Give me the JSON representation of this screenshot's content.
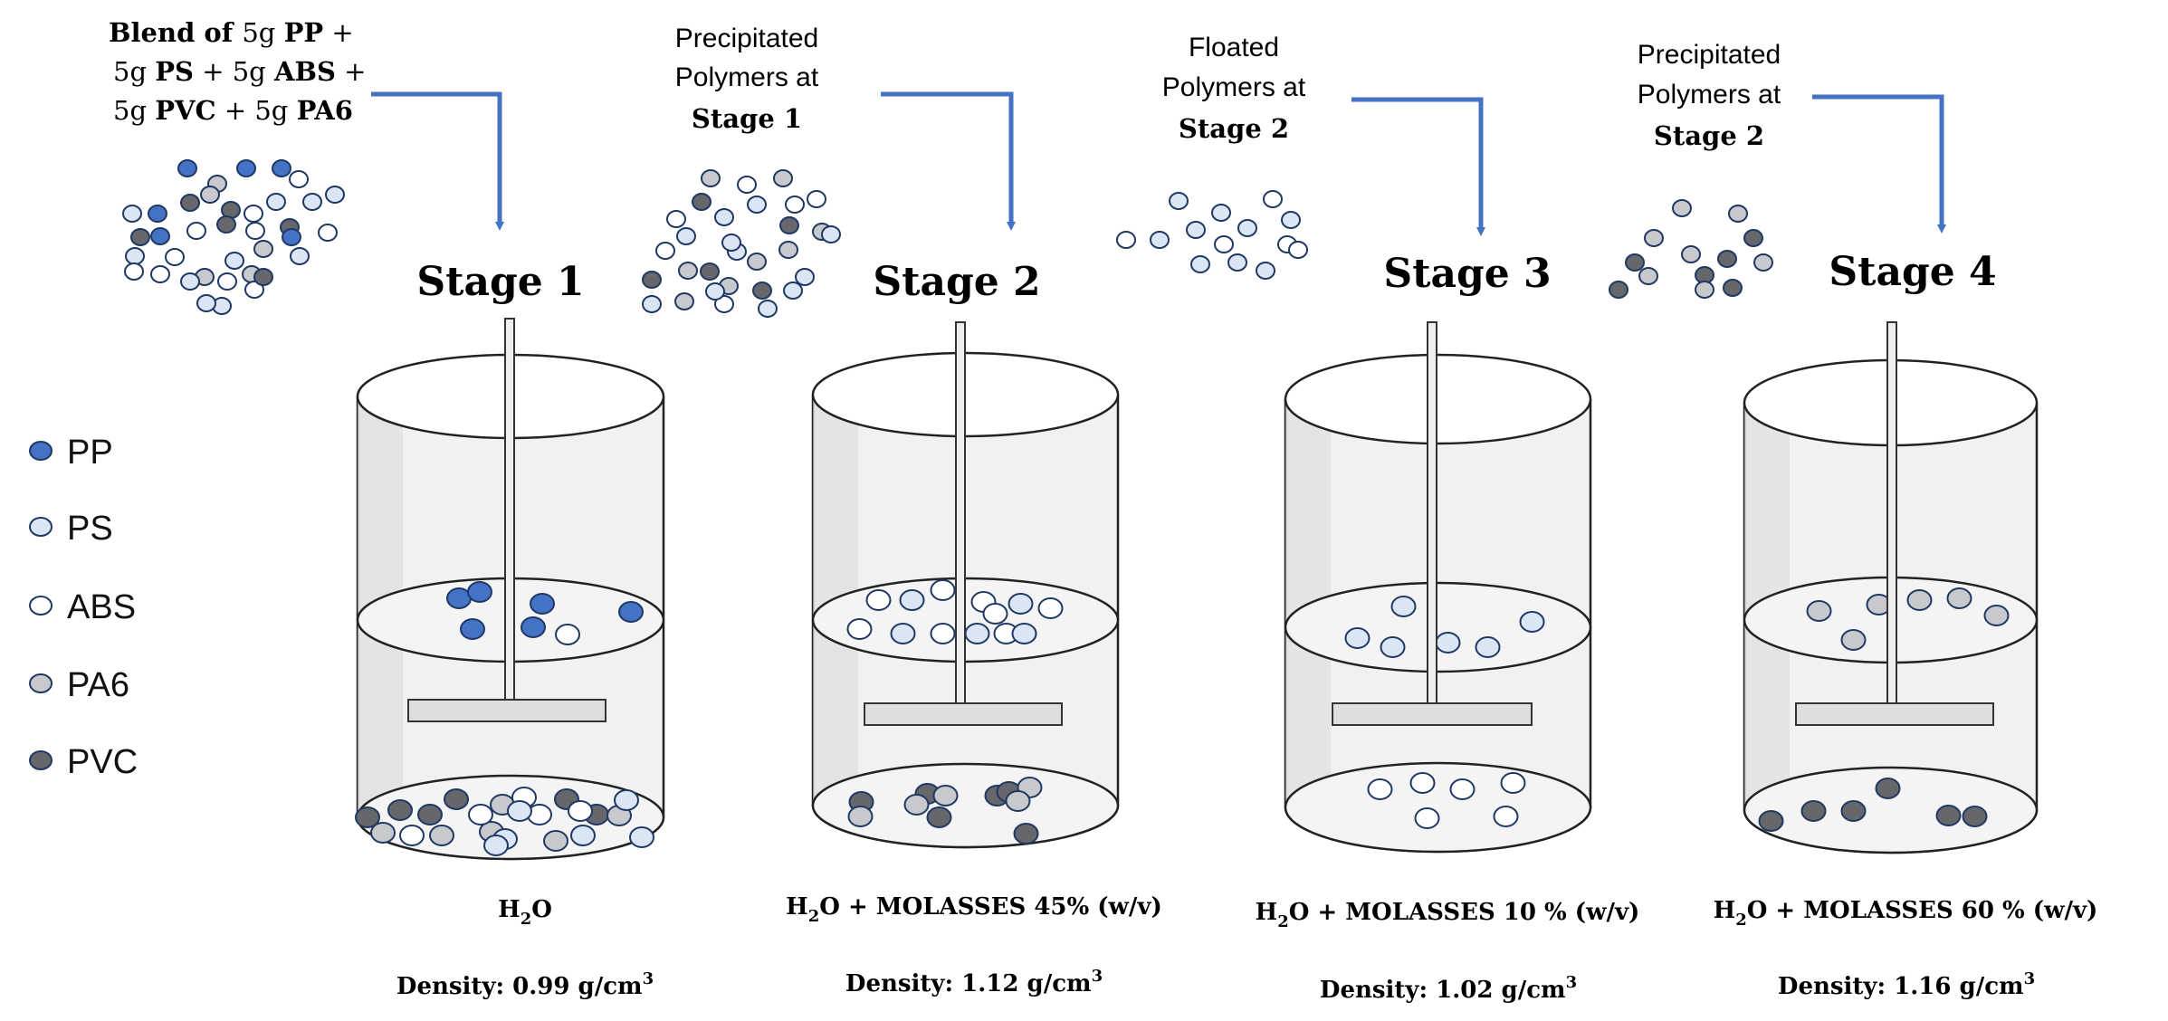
{
  "colors": {
    "PP": "#4472c4",
    "PS": "#dbe6f4",
    "ABS": "#ffffff",
    "PA6": "#c8c9cc",
    "PVC": "#65676b",
    "arrow": "#4472c4",
    "vessel_fill": "#f1f1f1",
    "vessel_stroke": "#222222",
    "bead_stroke": "#1f3864"
  },
  "legend": [
    {
      "key": "PP",
      "label": "PP"
    },
    {
      "key": "PS",
      "label": "PS"
    },
    {
      "key": "ABS",
      "label": "ABS"
    },
    {
      "key": "PA6",
      "label": "PA6"
    },
    {
      "key": "PVC",
      "label": "PVC"
    }
  ],
  "inputs": {
    "blend": {
      "lines": [
        [
          {
            "t": "Blend of ",
            "b": true
          },
          {
            "t": "5g ",
            "b": false
          },
          {
            "t": "PP",
            "b": true
          },
          {
            "t": " +",
            "b": false
          }
        ],
        [
          {
            "t": "5g ",
            "b": false
          },
          {
            "t": "PS",
            "b": true
          },
          {
            "t": " + 5g ",
            "b": false
          },
          {
            "t": "ABS",
            "b": true
          },
          {
            "t": " +",
            "b": false
          }
        ],
        [
          {
            "t": "5g ",
            "b": false
          },
          {
            "t": "PVC",
            "b": true
          },
          {
            "t": " + 5g ",
            "b": false
          },
          {
            "t": "PA6",
            "b": true
          }
        ]
      ]
    },
    "in2": {
      "line1": "Precipitated",
      "line2": "Polymers at",
      "line3": "Stage 1"
    },
    "in3": {
      "line1": "Floated",
      "line2": "Polymers at",
      "line3": "Stage 2"
    },
    "in4": {
      "line1": "Precipitated",
      "line2": "Polymers at",
      "line3": "Stage 2"
    }
  },
  "stages": [
    {
      "title": "Stage 1",
      "medium_main": "H",
      "medium_sub": "2",
      "medium_rest": "O",
      "density_label": "Density: 0.99 g/cm",
      "density_sup": "3",
      "upper_beads": [
        "PP",
        "PP",
        "PP",
        "PP",
        "PP",
        "PP",
        "ABS"
      ],
      "bottom_beads": [
        "PVC",
        "PVC",
        "PVC",
        "PVC",
        "PVC",
        "PVC",
        "PA6",
        "PA6",
        "PA6",
        "PA6",
        "PA6",
        "PA6",
        "ABS",
        "ABS",
        "ABS",
        "ABS",
        "ABS",
        "PS",
        "PS",
        "PS",
        "PS",
        "PS",
        "PS"
      ]
    },
    {
      "title": "Stage 2",
      "medium_main": "H",
      "medium_sub": "2",
      "medium_rest": "O + MOLASSES 45% (w/v)",
      "density_label": "Density: 1.12 g/cm",
      "density_sup": "3",
      "upper_beads": [
        "ABS",
        "PS",
        "ABS",
        "ABS",
        "PS",
        "ABS",
        "PS",
        "ABS",
        "PS",
        "ABS",
        "PS",
        "ABS",
        "ABS"
      ],
      "bottom_beads": [
        "PVC",
        "PVC",
        "PVC",
        "PVC",
        "PVC",
        "PVC",
        "PA6",
        "PA6",
        "PA6",
        "PA6",
        "PA6"
      ]
    },
    {
      "title": "Stage 3",
      "medium_main": "H",
      "medium_sub": "2",
      "medium_rest": "O + MOLASSES 10 % (w/v)",
      "density_label": "Density: 1.02 g/cm",
      "density_sup": "3",
      "upper_beads": [
        "PS",
        "PS",
        "PS",
        "PS",
        "PS",
        "PS"
      ],
      "bottom_beads": [
        "ABS",
        "ABS",
        "ABS",
        "ABS",
        "ABS",
        "ABS"
      ]
    },
    {
      "title": "Stage 4",
      "medium_main": "H",
      "medium_sub": "2",
      "medium_rest": "O + MOLASSES  60 % (w/v)",
      "density_label": "Density: 1.16 g/cm",
      "density_sup": "3",
      "upper_beads": [
        "PA6",
        "PA6",
        "PA6",
        "PA6",
        "PA6",
        "PA6"
      ],
      "bottom_beads": [
        "PVC",
        "PVC",
        "PVC",
        "PVC",
        "PVC",
        "PVC"
      ]
    }
  ],
  "piles": {
    "blend": [
      "PP",
      "PA6",
      "PP",
      "PP",
      "ABS",
      "PS",
      "PP",
      "PVC",
      "PA6",
      "PVC",
      "ABS",
      "PS",
      "PVC",
      "PS",
      "PS",
      "PP",
      "ABS",
      "PVC",
      "ABS",
      "PA6",
      "PP",
      "PS",
      "ABS",
      "PS",
      "PA6",
      "PA6",
      "PVC",
      "ABS",
      "PS",
      "ABS",
      "ABS",
      "PS",
      "ABS",
      "PS",
      "PVC",
      "ABS",
      "PS"
    ],
    "stage1": [
      "PA6",
      "ABS",
      "PA6",
      "ABS",
      "PVC",
      "PS",
      "PS",
      "ABS",
      "PVC",
      "ABS",
      "PS",
      "PS",
      "PA6",
      "PA6",
      "ABS",
      "PVC",
      "PS",
      "PA6",
      "PS",
      "PS",
      "PVC",
      "PA6",
      "PA6",
      "PVC",
      "PA6",
      "ABS",
      "PS",
      "PS",
      "PS",
      "PS"
    ],
    "stage2": [
      "ABS",
      "PS",
      "PS",
      "PS",
      "PS",
      "PS",
      "ABS",
      "PS",
      "PS",
      "PS",
      "PS",
      "ABS",
      "ABS",
      "ABS"
    ],
    "stage3": [
      "PA6",
      "PA6",
      "PVC",
      "PA6",
      "PVC",
      "PA6",
      "PVC",
      "PA6",
      "PVC",
      "PVC",
      "PA6",
      "PA6",
      "PVC"
    ]
  }
}
